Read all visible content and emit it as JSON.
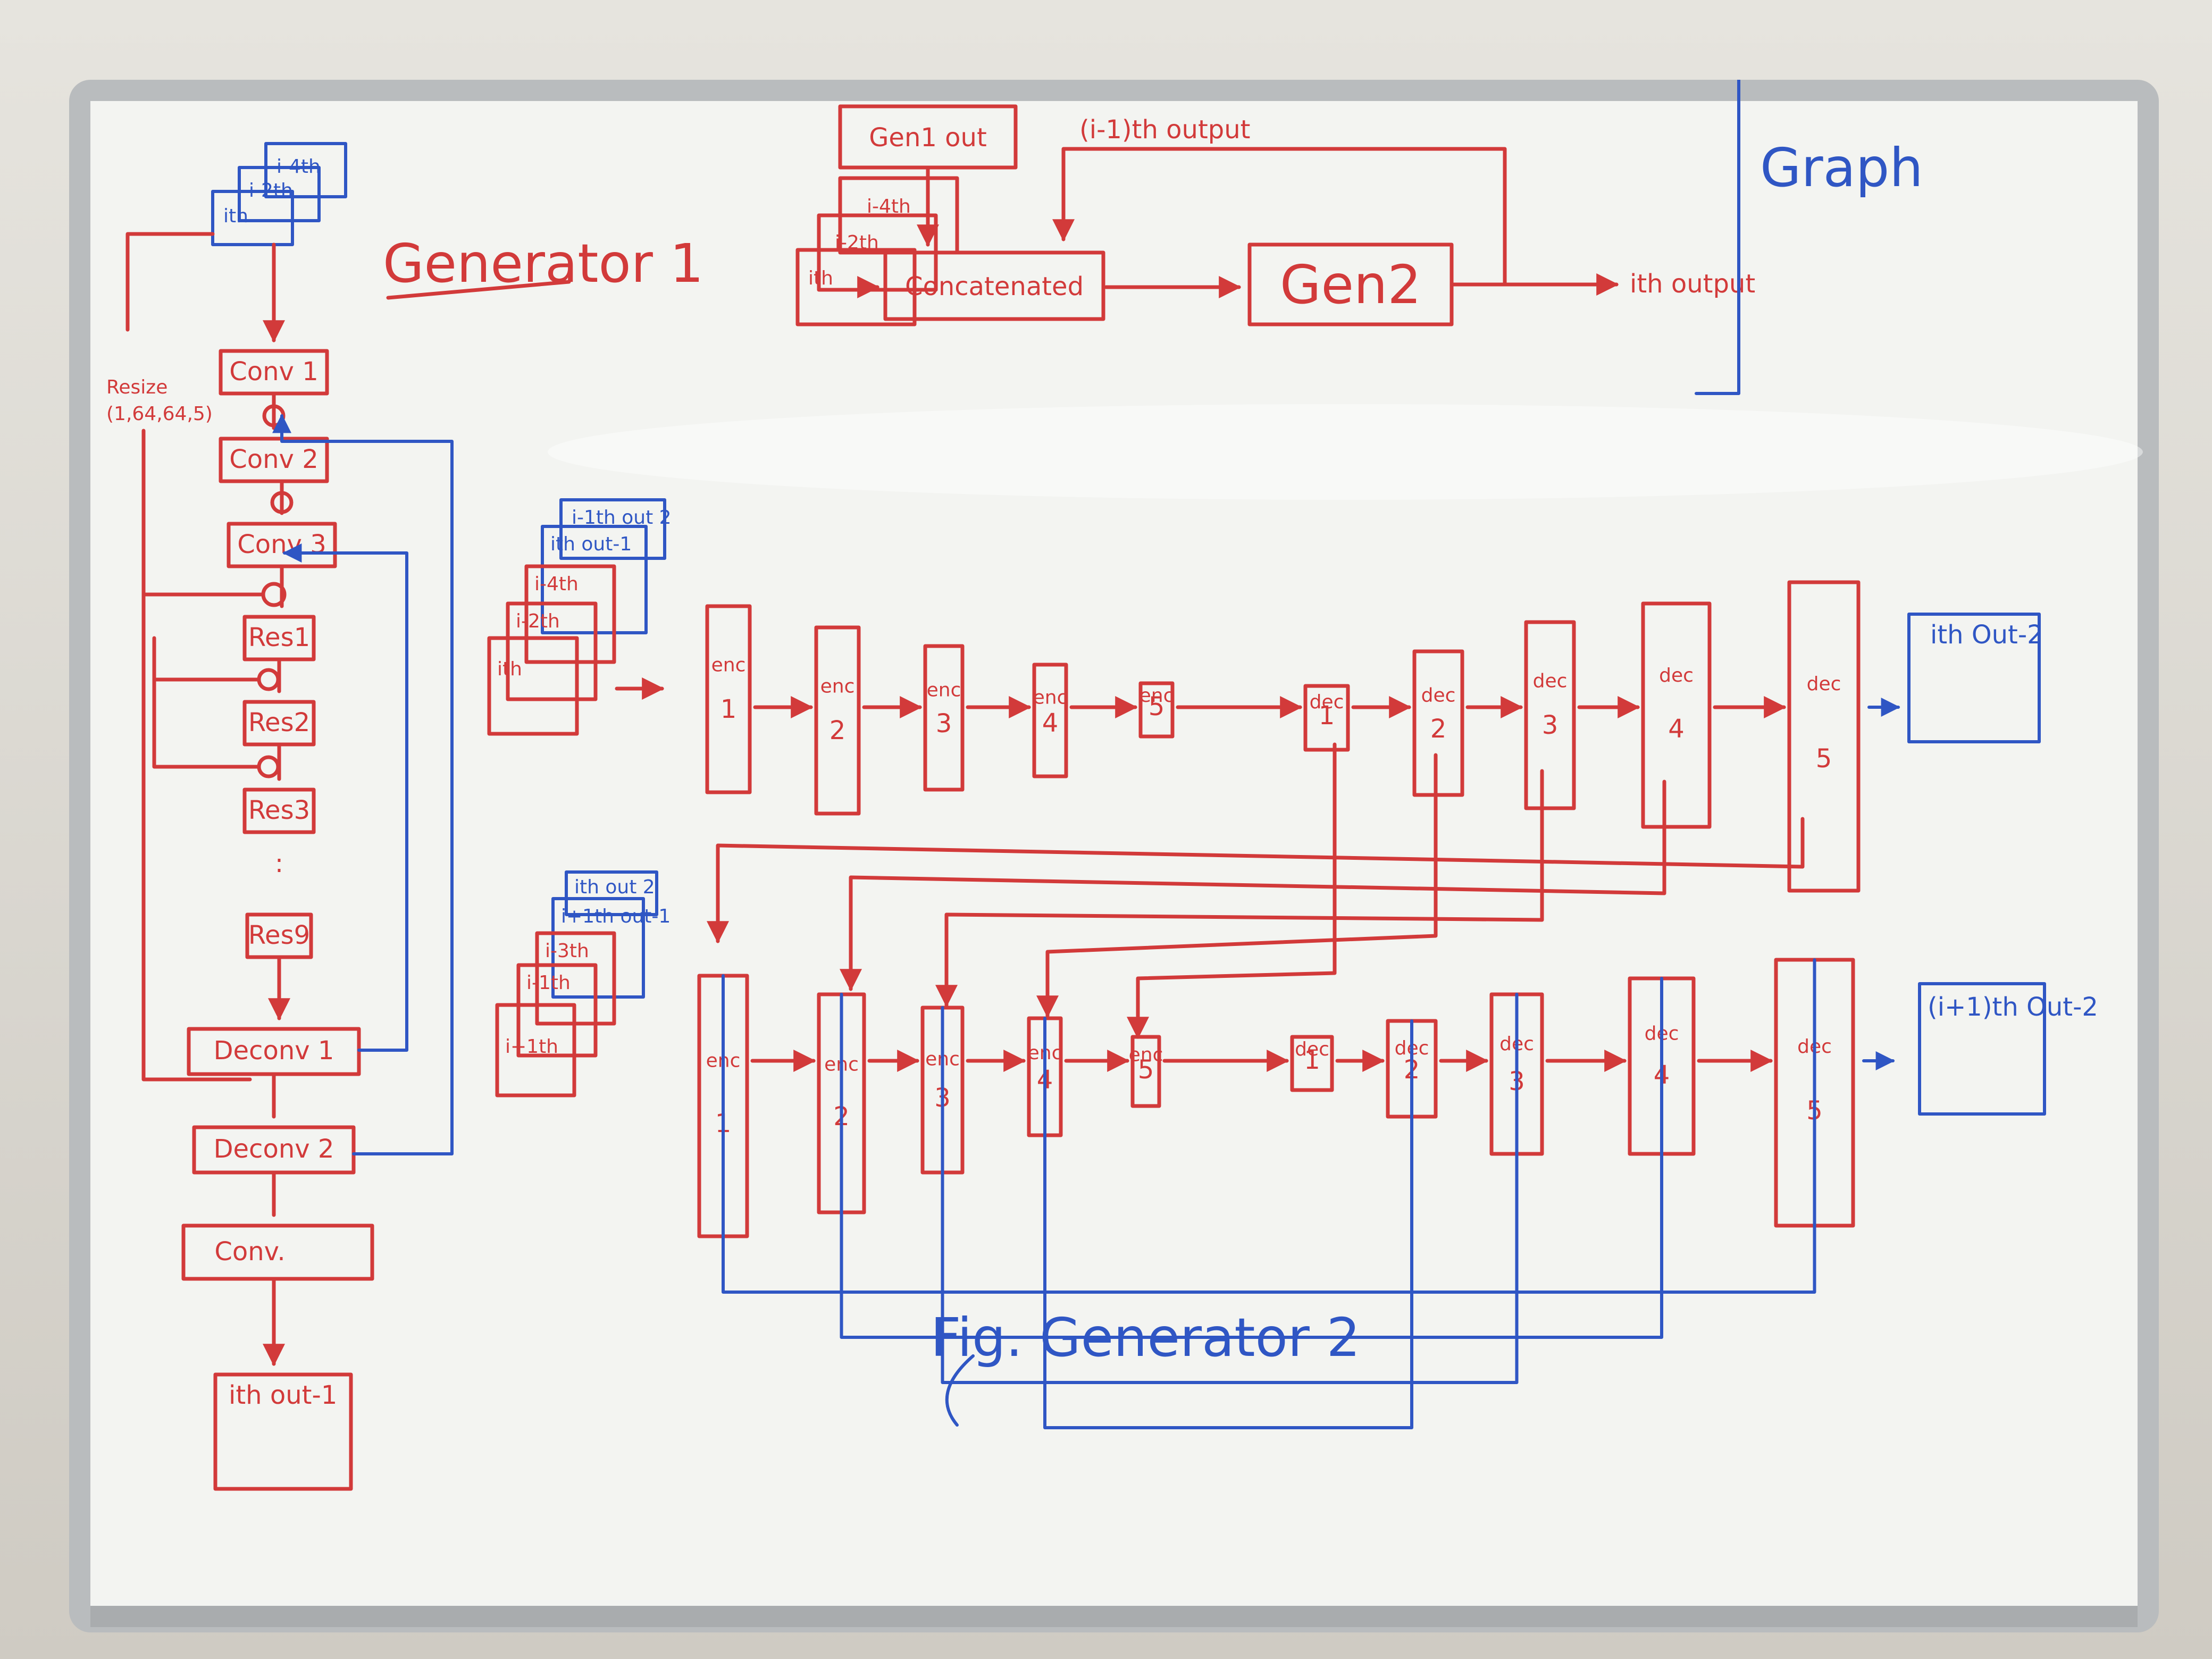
{
  "generator1": {
    "title": "Generator 1",
    "resize": "Resize",
    "resize_dims": "(1,64,64,5)",
    "input_frames": [
      "i-4th",
      "i-2th",
      "ith"
    ],
    "blocks": [
      "Conv 1",
      "Conv 2",
      "Conv 3",
      "Res1",
      "Res2",
      "Res3",
      "Res9",
      "Deconv 1",
      "Deconv 2",
      "Conv."
    ],
    "ellipsis": ":",
    "output": "ith out-1"
  },
  "graph": {
    "title": "Graph",
    "gen1_out": "Gen1 out",
    "concat": "Concatenated",
    "gen2": "Gen2",
    "feedback": "(i-1)th output",
    "output": "ith output",
    "frames": [
      "i-4th",
      "i-2th",
      "ith"
    ]
  },
  "generator2_top": {
    "frames": [
      "i-1th out 2",
      "ith out-1",
      "i-4th",
      "i-2th",
      "ith"
    ],
    "encoders": [
      "enc 1",
      "enc 2",
      "enc 3",
      "enc 4",
      "enc 5"
    ],
    "decoders": [
      "dec 1",
      "dec 2",
      "dec 3",
      "dec 4",
      "dec 5"
    ],
    "output": "ith Out-2"
  },
  "generator2_bottom": {
    "frames": [
      "ith out 2",
      "i+1th out-1",
      "i-3th",
      "i-1th",
      "i+1th"
    ],
    "encoders": [
      "enc 1",
      "enc 2",
      "enc 3",
      "enc 4",
      "enc 5"
    ],
    "decoders": [
      "dec 1",
      "dec 2",
      "dec 3",
      "dec 4",
      "dec 5"
    ],
    "output": "(i+1)th Out-2"
  },
  "caption": "Fig. Generator 2",
  "colors": {
    "red_marker": "#d23a3a",
    "blue_marker": "#2f56c4",
    "board": "#f3f4f1",
    "frame": "#b9bcbe"
  }
}
